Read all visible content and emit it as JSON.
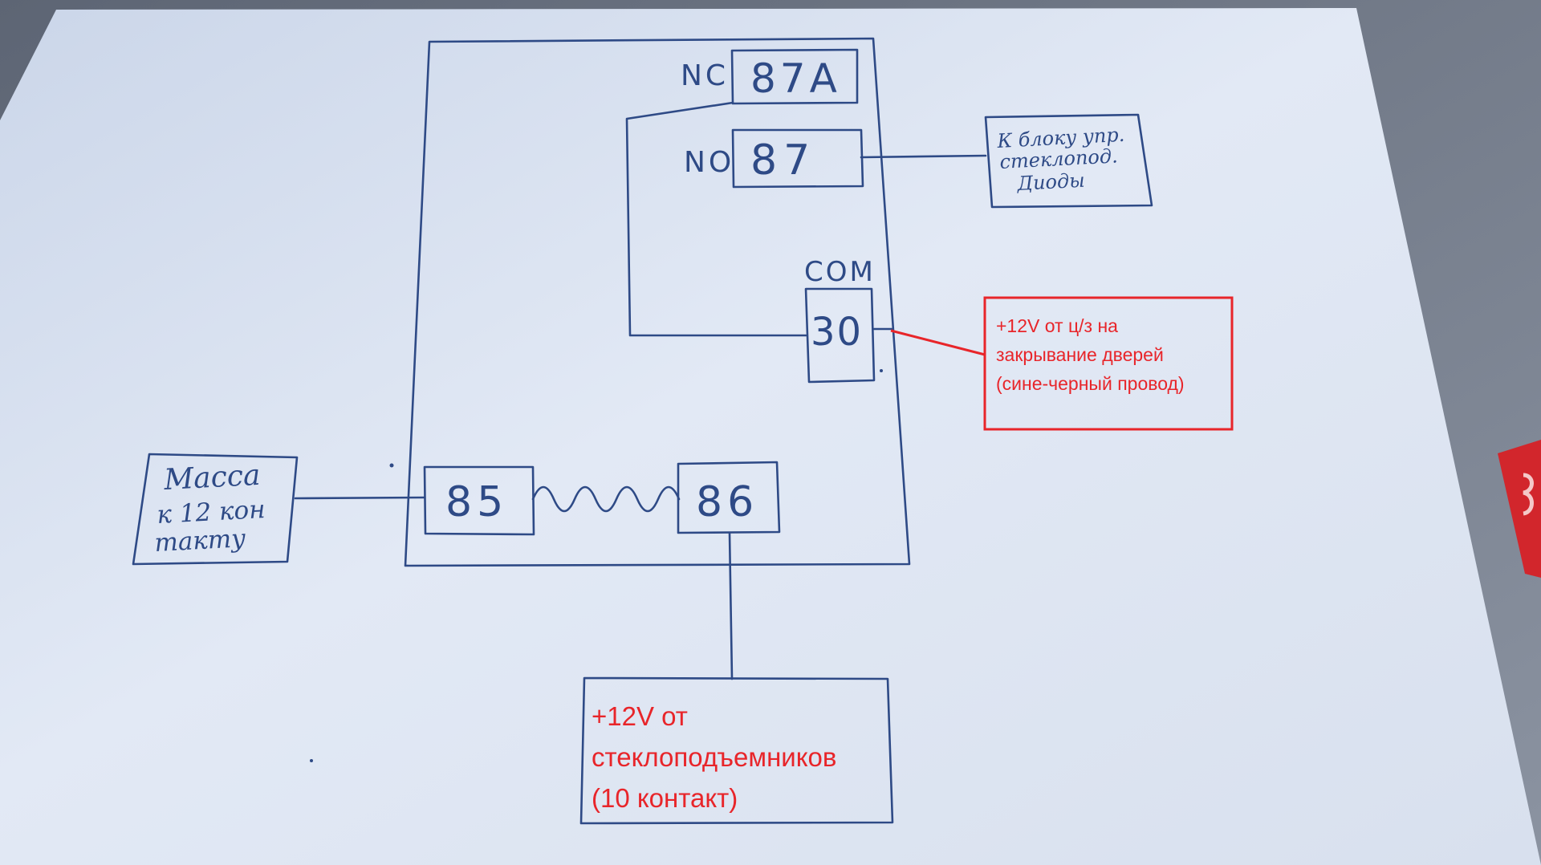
{
  "diagram": {
    "relay": {
      "nc_label": "NC",
      "no_label": "NO",
      "com_label": "COM",
      "pins": {
        "p87a": "87A",
        "p87": "87",
        "p30": "30",
        "p85": "85",
        "p86": "86"
      }
    },
    "external": {
      "window_unit": [
        "К блоку упр.",
        "стеклопод.",
        "Диоды"
      ],
      "ground": [
        "Масса",
        "к 12 кон",
        "такту"
      ]
    },
    "annotations": {
      "door_lock": [
        "+12V от ц/з на",
        "закрывание дверей",
        "(сине-черный провод)"
      ],
      "window_lifters": [
        "+12V от",
        "стеклоподъемников",
        "(10 контакт)"
      ]
    },
    "colors": {
      "ink": "#2e4a86",
      "annotation": "#e8252a",
      "paper": "#dfe6f2"
    }
  }
}
